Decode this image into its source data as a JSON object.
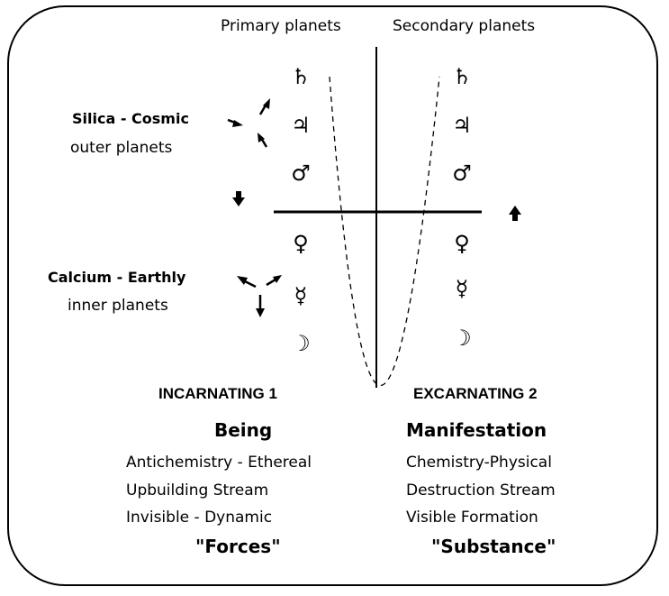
{
  "columns": {
    "primary_label": "Primary planets",
    "secondary_label": "Secondary planets"
  },
  "planets": {
    "saturn": "♄",
    "jupiter": "♃",
    "mars": "♂",
    "venus": "♀",
    "mercury": "☿",
    "moon": "☽"
  },
  "groups": {
    "outer_title": "Silica - Cosmic",
    "outer_sub": "outer planets",
    "inner_title": "Calcium - Earthly",
    "inner_sub": "inner planets"
  },
  "left": {
    "heading": "INCARNATING 1",
    "title": "Being",
    "lines": [
      "Antichemistry - Ethereal",
      "Upbuilding Stream",
      "Invisible - Dynamic"
    ],
    "quote": "\"Forces\""
  },
  "right": {
    "heading": "EXCARNATING 2",
    "title": "Manifestation",
    "lines": [
      "Chemistry-Physical",
      "Destruction Stream",
      "Visible Formation"
    ],
    "quote": "\"Substance\""
  },
  "colors": {
    "ink": "#000000",
    "background": "#ffffff"
  }
}
